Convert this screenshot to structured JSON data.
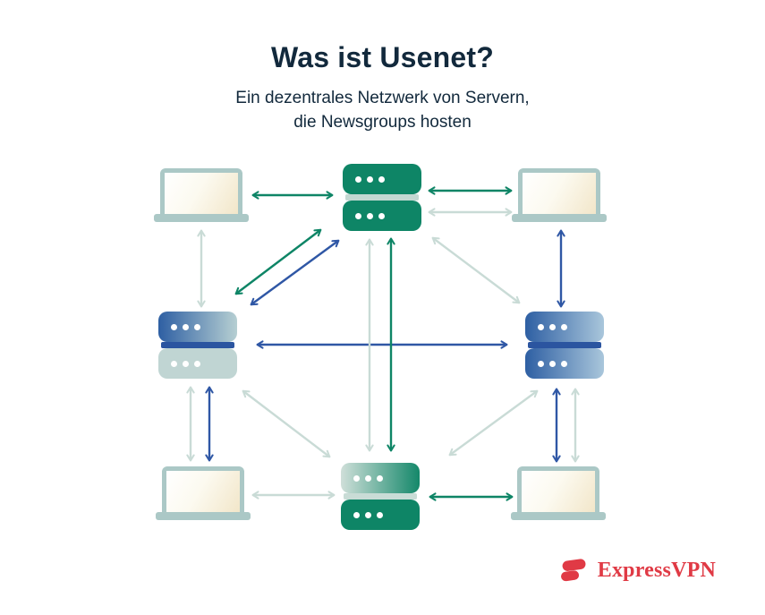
{
  "header": {
    "title": "Was ist Usenet?",
    "subtitle_line1": "Ein dezentrales Netzwerk von Servern,",
    "subtitle_line2": "die Newsgroups hosten"
  },
  "colors": {
    "text_navy": "#12293C",
    "brand_red": "#E03A45",
    "laptop_frame": "#ABC8C6",
    "laptop_screen_tint": "#F2E6C9",
    "server_green": "#0E8566",
    "server_blue_dark": "#2B55A0",
    "server_light": "#C0D5D3",
    "arrows": {
      "green": "#0E8566",
      "blue": "#2F57A5",
      "gray": "#C9DBD6"
    }
  },
  "diagram": {
    "nodes": [
      {
        "id": "laptop-top-left",
        "type": "laptop"
      },
      {
        "id": "laptop-top-right",
        "type": "laptop"
      },
      {
        "id": "laptop-bottom-left",
        "type": "laptop"
      },
      {
        "id": "laptop-bottom-right",
        "type": "laptop"
      },
      {
        "id": "server-top",
        "type": "server",
        "variant": "green"
      },
      {
        "id": "server-left",
        "type": "server",
        "variant": "blue-left"
      },
      {
        "id": "server-right",
        "type": "server",
        "variant": "blue"
      },
      {
        "id": "server-bottom",
        "type": "server",
        "variant": "green-fade"
      }
    ],
    "edges": [
      {
        "id": "e1",
        "from": "laptop-top-left",
        "to": "server-top",
        "color": "green",
        "bidirectional": true
      },
      {
        "id": "e2",
        "from": "server-top",
        "to": "laptop-top-right",
        "color": "green",
        "bidirectional": true
      },
      {
        "id": "e3",
        "from": "server-top",
        "to": "laptop-top-right",
        "color": "gray",
        "bidirectional": true
      },
      {
        "id": "e4",
        "from": "laptop-top-left",
        "to": "server-left",
        "color": "gray",
        "bidirectional": true
      },
      {
        "id": "e5",
        "from": "laptop-top-right",
        "to": "server-right",
        "color": "blue",
        "bidirectional": true
      },
      {
        "id": "e6",
        "from": "server-left",
        "to": "server-top",
        "color": "green",
        "bidirectional": true
      },
      {
        "id": "e7",
        "from": "server-left",
        "to": "server-top",
        "color": "blue",
        "bidirectional": true
      },
      {
        "id": "e8",
        "from": "server-top",
        "to": "server-right",
        "color": "gray",
        "bidirectional": true
      },
      {
        "id": "e9",
        "from": "server-left",
        "to": "server-right",
        "color": "blue",
        "bidirectional": true
      },
      {
        "id": "e10",
        "from": "server-top",
        "to": "server-bottom",
        "color": "gray",
        "bidirectional": true
      },
      {
        "id": "e11",
        "from": "server-top",
        "to": "server-bottom",
        "color": "green",
        "bidirectional": true
      },
      {
        "id": "e12",
        "from": "server-left",
        "to": "laptop-bottom-left",
        "color": "gray",
        "bidirectional": true
      },
      {
        "id": "e13",
        "from": "server-left",
        "to": "laptop-bottom-left",
        "color": "blue",
        "bidirectional": true
      },
      {
        "id": "e14",
        "from": "server-left",
        "to": "server-bottom",
        "color": "gray",
        "bidirectional": true
      },
      {
        "id": "e15",
        "from": "server-bottom",
        "to": "server-right",
        "color": "gray",
        "bidirectional": true
      },
      {
        "id": "e16",
        "from": "server-right",
        "to": "laptop-bottom-right",
        "color": "blue",
        "bidirectional": true
      },
      {
        "id": "e17",
        "from": "server-right",
        "to": "laptop-bottom-right",
        "color": "gray",
        "bidirectional": true
      },
      {
        "id": "e18",
        "from": "laptop-bottom-left",
        "to": "server-bottom",
        "color": "gray",
        "bidirectional": true
      },
      {
        "id": "e19",
        "from": "server-bottom",
        "to": "laptop-bottom-right",
        "color": "green",
        "bidirectional": true
      }
    ]
  },
  "footer": {
    "brand": "ExpressVPN"
  }
}
